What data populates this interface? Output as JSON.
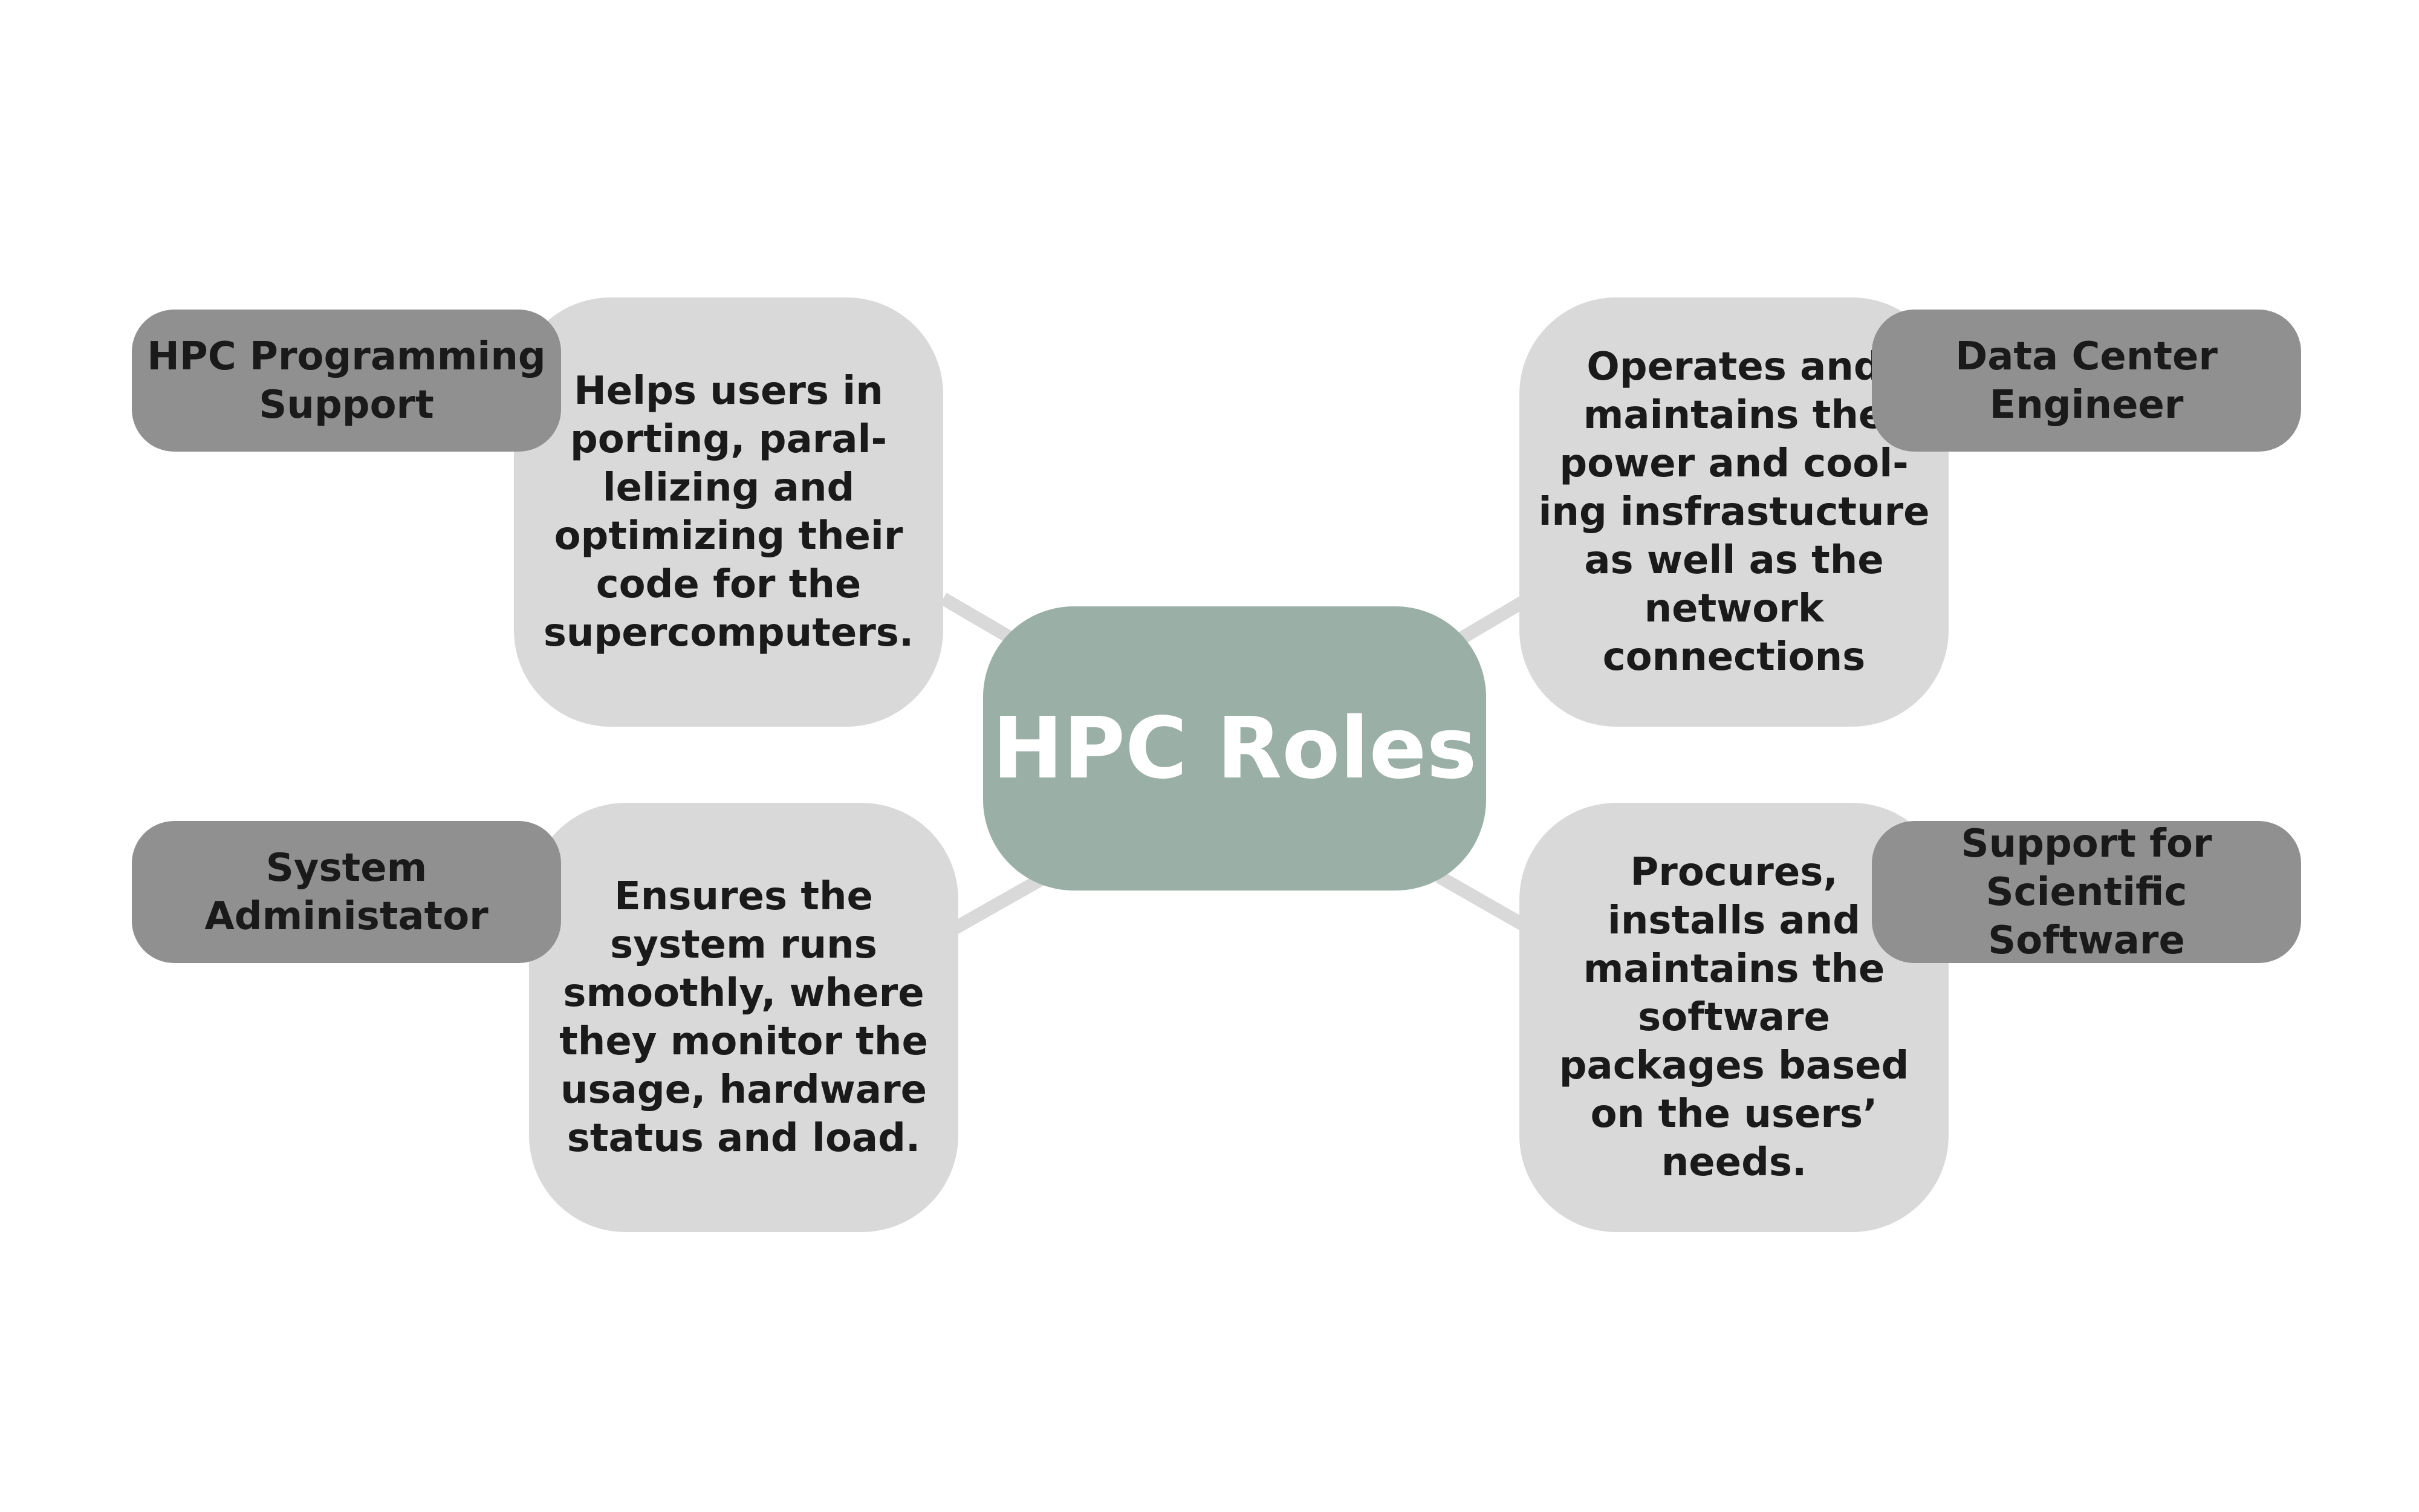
{
  "colors": {
    "background": "#ffffff",
    "center_fill": "#9aafa6",
    "description_fill": "#d9d9d9",
    "label_fill": "#8f908f",
    "connector": "#d9d9d9",
    "text_dark": "#1a1a1a",
    "text_light": "#ffffff"
  },
  "center": {
    "title": "HPC Roles"
  },
  "roles": [
    {
      "label": "HPC Programming\nSupport",
      "description": "Helps users in\nporting, paral-\nlelizing and\noptimizing their\ncode for the\nsupercomputers."
    },
    {
      "label": "Data Center\nEngineer",
      "description": "Operates and\nmaintains the\npower and cool-\ning insfrastucture\nas well as the\nnetwork\nconnections"
    },
    {
      "label": "System\nAdministator",
      "description": "Ensures the\nsystem runs\nsmoothly, where\nthey monitor the\nusage, hardware\nstatus and load."
    },
    {
      "label": "Support for\nScientific Software",
      "description": "Procures,\ninstalls and\nmaintains the\nsoftware\npackages based\non the users’\nneeds."
    }
  ]
}
